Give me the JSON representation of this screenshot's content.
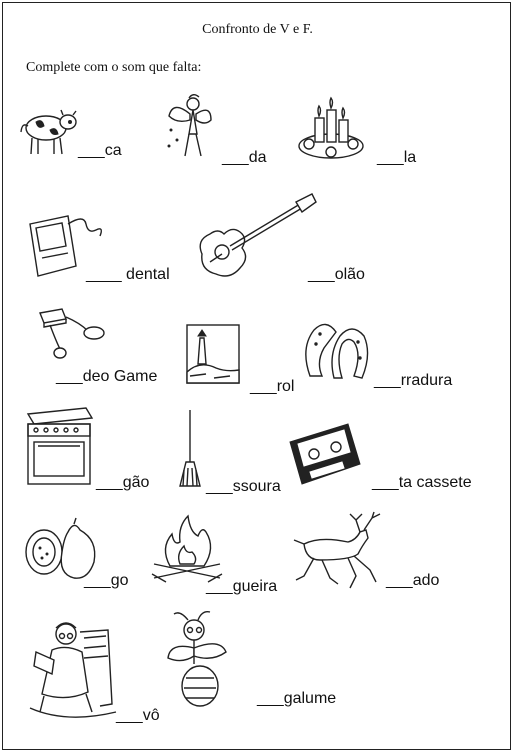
{
  "title": "Confronto de V e F.",
  "instruction": "Complete com o som que falta:",
  "items": [
    {
      "label": "___ca",
      "icon": "cow-icon"
    },
    {
      "label": "___da",
      "icon": "fairy-icon"
    },
    {
      "label": "___la",
      "icon": "candle-icon"
    },
    {
      "label": "____ dental",
      "icon": "dental-floss-icon"
    },
    {
      "label": "___olão",
      "icon": "guitar-icon"
    },
    {
      "label": "___deo Game",
      "icon": "video-game-icon"
    },
    {
      "label": "___rol",
      "icon": "lighthouse-icon"
    },
    {
      "label": "___rradura",
      "icon": "horseshoe-icon"
    },
    {
      "label": "___gão",
      "icon": "stove-icon"
    },
    {
      "label": "___ssoura",
      "icon": "broom-icon"
    },
    {
      "label": "___ta cassete",
      "icon": "cassette-tape-icon"
    },
    {
      "label": "___go",
      "icon": "fig-icon"
    },
    {
      "label": "___gueira",
      "icon": "campfire-icon"
    },
    {
      "label": "___ado",
      "icon": "deer-icon"
    },
    {
      "label": "___vô",
      "icon": "grandmother-icon"
    },
    {
      "label": "___galume",
      "icon": "firefly-icon"
    }
  ]
}
